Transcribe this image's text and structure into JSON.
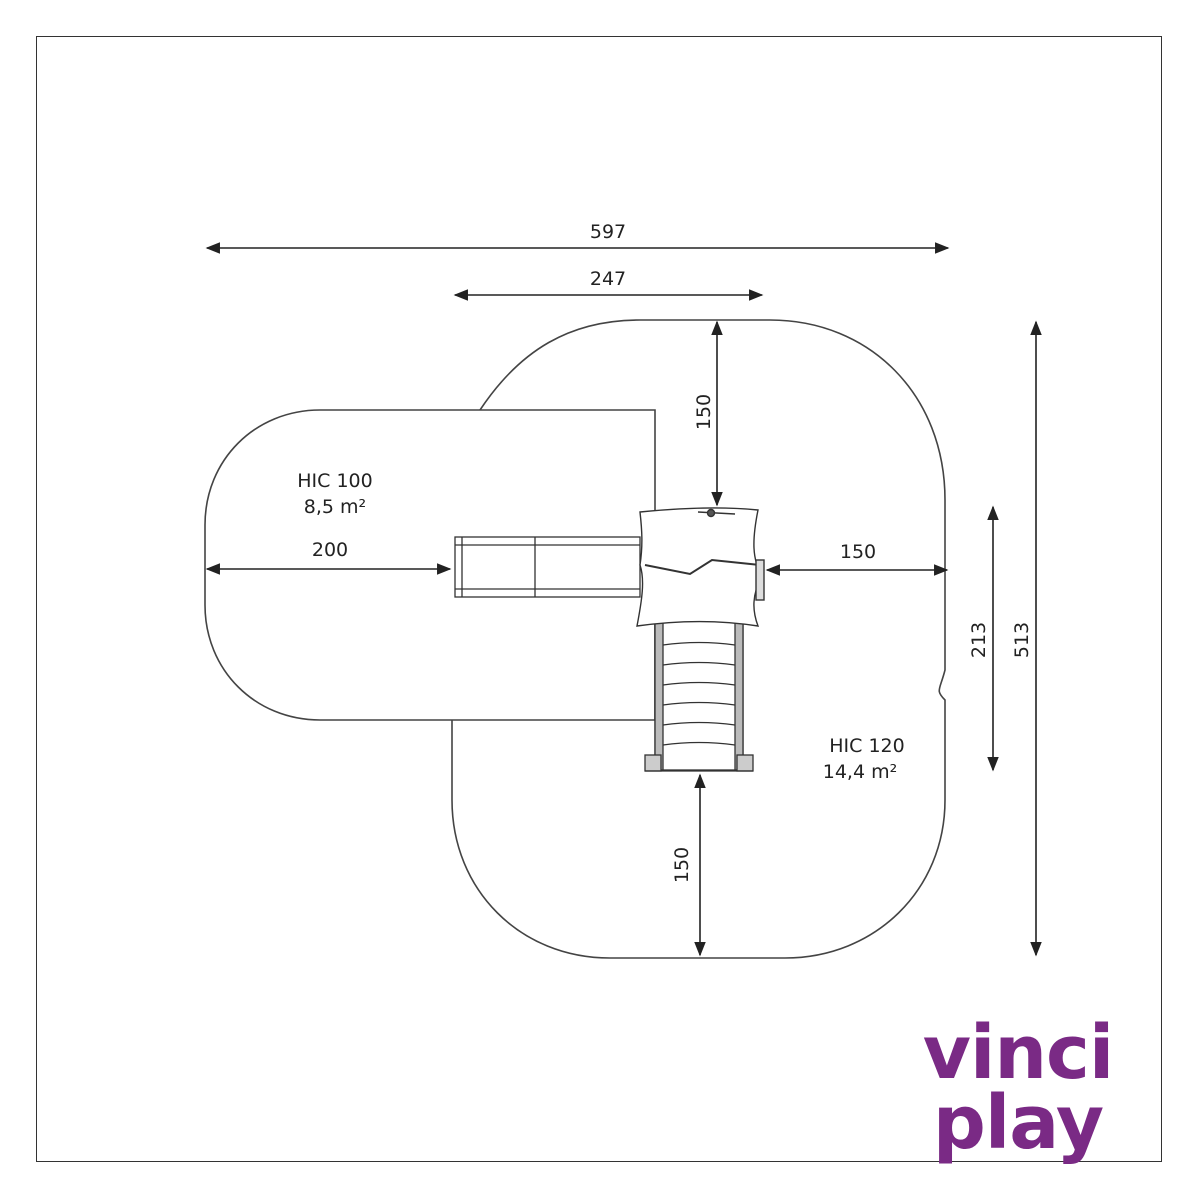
{
  "dimensions": {
    "total_width": "597",
    "inner_width": "247",
    "top_clearance": "150",
    "left_clearance": "200",
    "right_clearance": "150",
    "bottom_clearance": "150",
    "inner_height": "213",
    "total_height": "513"
  },
  "zones": {
    "left": {
      "label": "HIC 100",
      "area": "8,5 m²"
    },
    "right": {
      "label": "HIC 120",
      "area": "14,4 m²"
    }
  },
  "brand": {
    "line1": "vinci",
    "line2": "play",
    "color": "#7a2a85"
  }
}
